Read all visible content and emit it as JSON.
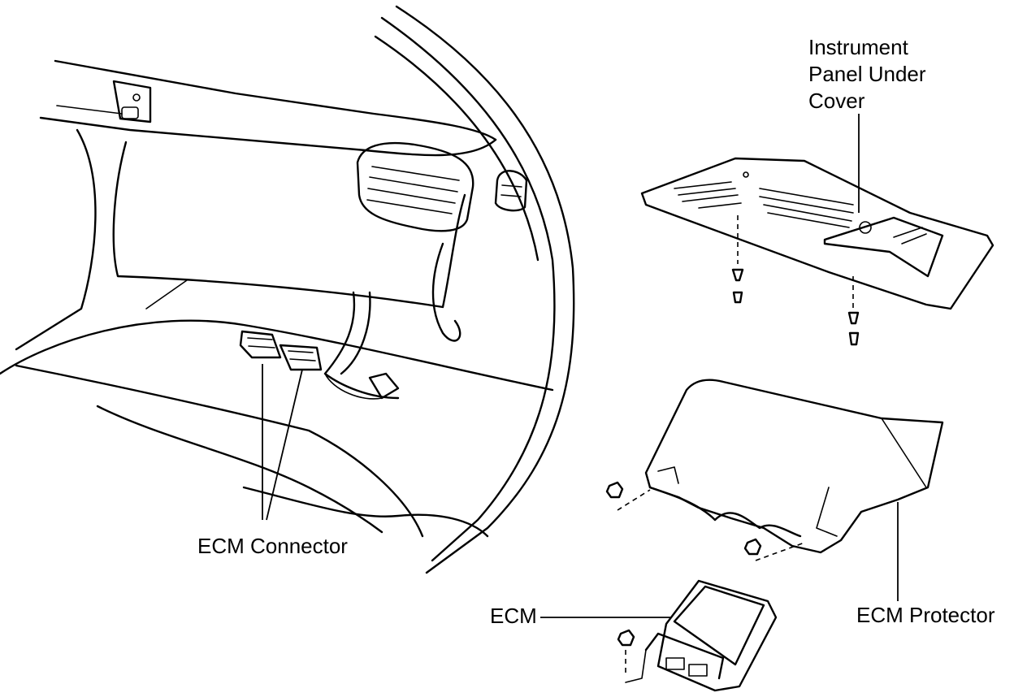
{
  "labels": {
    "instrument_panel_under_cover": [
      "Instrument",
      "Panel Under",
      "Cover"
    ],
    "ecm_connector": "ECM Connector",
    "ecm": "ECM",
    "ecm_protector": "ECM Protector"
  },
  "colors": {
    "line": "#000000",
    "background": "#ffffff"
  }
}
